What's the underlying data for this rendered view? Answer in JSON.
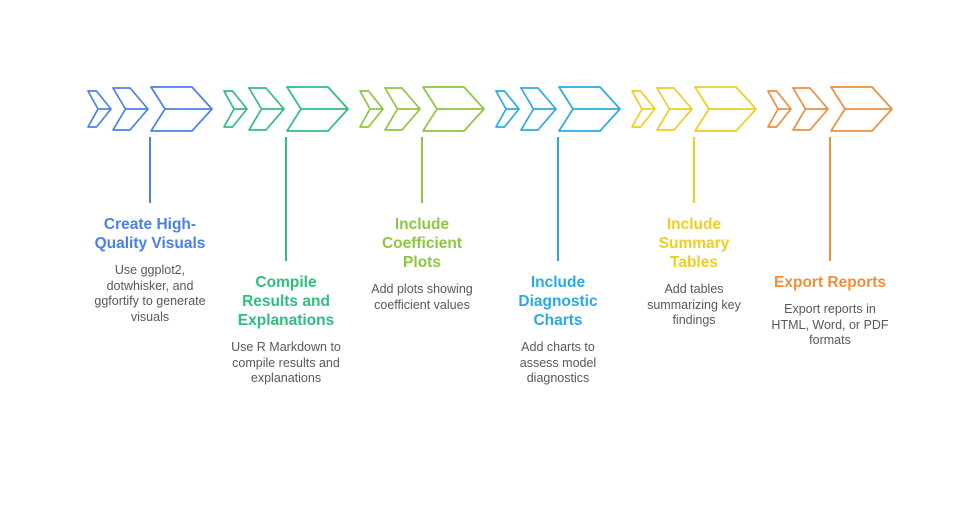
{
  "diagram": {
    "background": "#ffffff",
    "description_text_color": "#58585A",
    "icon": "triple-chevron-arrow-icon",
    "steps": [
      {
        "title": "Create High-\nQuality Visuals",
        "description": "Use ggplot2,\ndotwhisker, and\nggfortify to generate\nvisuals",
        "color": "#4A80E8"
      },
      {
        "title": "Compile\nResults and\nExplanations",
        "description": "Use R Markdown to\ncompile results and\nexplanations",
        "color": "#2EBE7D"
      },
      {
        "title": "Include\nCoefficient\nPlots",
        "description": "Add plots showing\ncoefficient values",
        "color": "#8DC63F"
      },
      {
        "title": "Include\nDiagnostic\nCharts",
        "description": "Add charts to\nassess model\ndiagnostics",
        "color": "#29ABE2"
      },
      {
        "title": "Include\nSummary\nTables",
        "description": "Add tables\nsummarizing key\nfindings",
        "color": "#EFCE21"
      },
      {
        "title": "Export Reports",
        "description": "Export reports in\nHTML, Word, or PDF\nformats",
        "color": "#EF8E3B"
      }
    ]
  }
}
